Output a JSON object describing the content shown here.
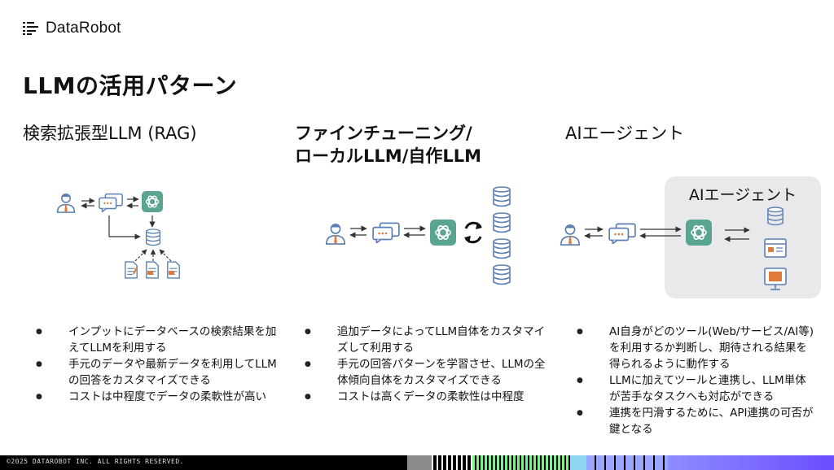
{
  "logo": {
    "text": "DataRobot"
  },
  "title": "LLMの活用パターン",
  "columns": [
    {
      "heading": "検索拡張型LLM (RAG)",
      "bullets": [
        "インプットにデータベースの検索結果を加えてLLMを利用する",
        "手元のデータや最新データを利用してLLMの回答をカスタマイズできる",
        "コストは中程度でデータの柔軟性が高い"
      ]
    },
    {
      "heading_line1": "ファインチューニング/",
      "heading_line2": "ローカルLLM/自作LLM",
      "bullets": [
        "追加データによってLLM自体をカスタマイズして利用する",
        "手元の回答パターンを学習させ、LLMの全体傾向自体をカスタマイズできる",
        "コストは高くデータの柔軟性は中程度"
      ]
    },
    {
      "heading": "AIエージェント",
      "box_label": "AIエージェント",
      "bullets": [
        "AI自身がどのツール(Web/サービス/AI等)を利用するか判断し、期待される結果を得られるように動作する",
        "LLMに加えてツールと連携し、LLM単体が苦手なタスクへも対応ができる",
        "連携を円滑するために、API連携の可否が鍵となる"
      ]
    }
  ],
  "footer": {
    "text": "©2025 DATAROBOT INC. ALL RIGHTS RESERVED."
  },
  "icons": [
    "datarobot-logo-icon",
    "user-icon",
    "chat-bubbles-icon",
    "chatgpt-icon",
    "database-icon",
    "document-icon",
    "sync-icon",
    "browser-window-icon",
    "monitor-icon"
  ],
  "colors": {
    "accent_green": "#5aa492",
    "icon_blue": "#5a7fb0",
    "icon_orange": "#e07a3a",
    "agent_box": "#e9e9ec"
  }
}
